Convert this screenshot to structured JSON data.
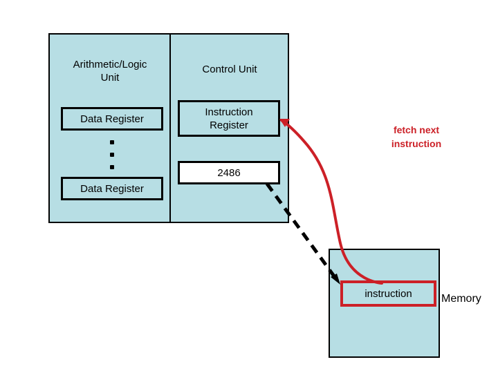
{
  "diagram": {
    "title_internal": "CPU fetch instruction cycle",
    "colors": {
      "component_fill": "#b7dee4",
      "outline": "#000000",
      "accent_red": "#cc2027",
      "value_fill": "#ffffff",
      "background": "#ffffff"
    }
  },
  "cpu": {
    "alu": {
      "title": "Arithmetic/Logic\nUnit",
      "registers": [
        {
          "label": "Data Register"
        },
        {
          "label": "Data Register"
        }
      ],
      "ellipsis_dots": 3
    },
    "control_unit": {
      "title": "Control Unit",
      "instruction_register": {
        "label": "Instruction\nRegister"
      },
      "value_box": {
        "value": "2486"
      }
    }
  },
  "memory": {
    "label": "Memory",
    "slot": {
      "label": "instruction"
    }
  },
  "annotations": {
    "fetch": "fetch next\ninstruction"
  },
  "arrows": {
    "fetch_curve": {
      "name": "fetch-instruction-arrow",
      "color": "#cc2027",
      "from": "memory-instruction-slot",
      "to": "instruction-register"
    },
    "address_dashed": {
      "name": "address-pointer-arrow",
      "color": "#000000",
      "style": "dashed",
      "from": "value-box",
      "to": "memory-instruction-slot"
    }
  }
}
